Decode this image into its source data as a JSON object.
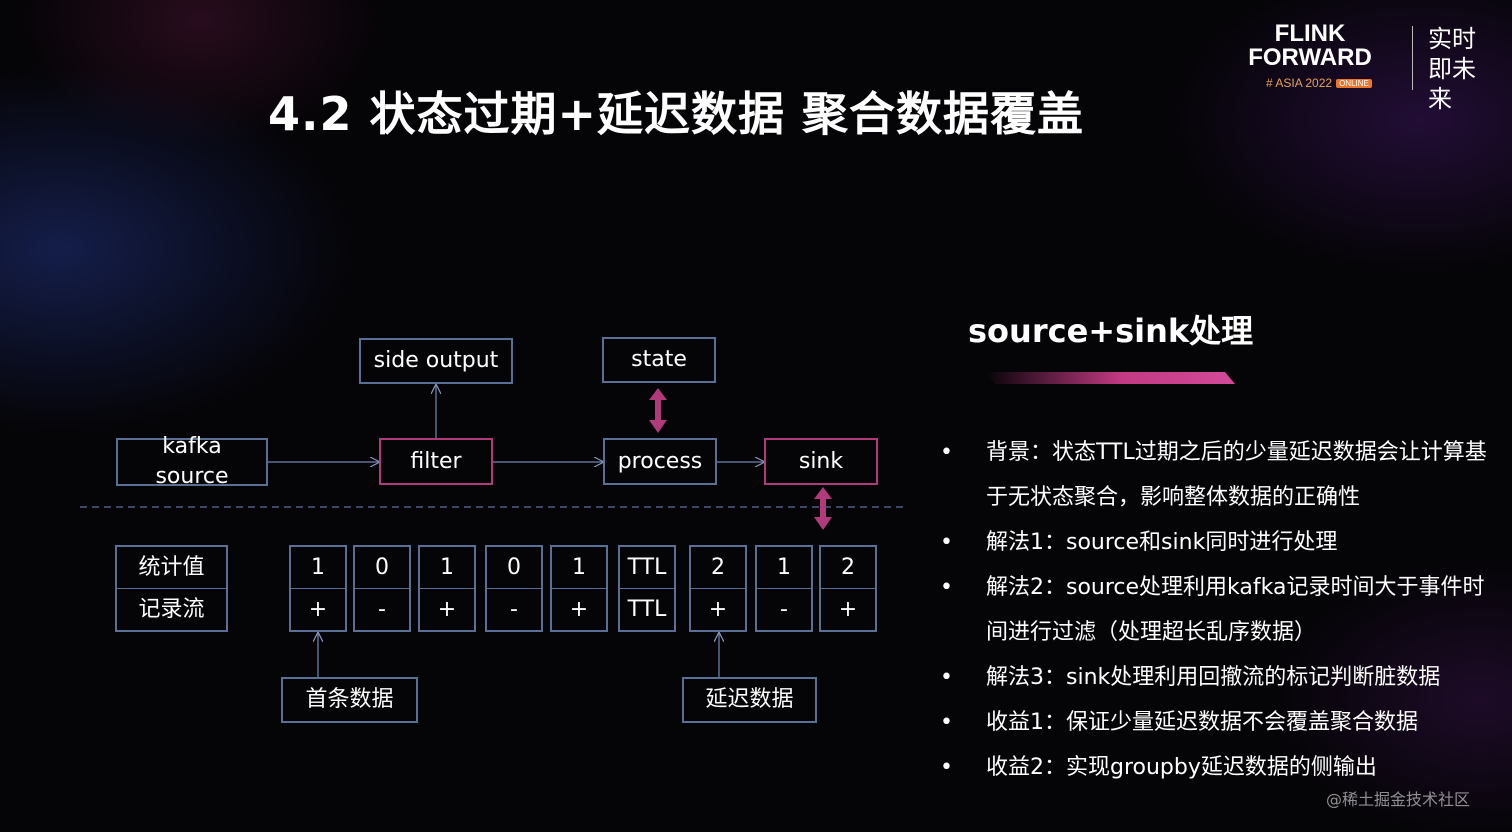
{
  "title": "4.2 状态过期+延迟数据 聚合数据覆盖",
  "logo": {
    "line1": "FLINK",
    "line2": "FORWARD",
    "sub": "# ASIA 2022",
    "badge": "ONLINE",
    "cn": "实时即未来"
  },
  "diagram": {
    "nodes": {
      "kafka_source": "kafka\nsource",
      "side_output": "side output",
      "filter": "filter",
      "state": "state",
      "process": "process",
      "sink": "sink"
    },
    "row_labels": {
      "stat": "统计值",
      "stream": "记录流"
    },
    "stat_values": [
      "1",
      "0",
      "1",
      "0",
      "1",
      "TTL",
      "2",
      "1",
      "2"
    ],
    "stream_values": [
      "+",
      "-",
      "+",
      "-",
      "+",
      "TTL",
      "+",
      "-",
      "+"
    ],
    "annotations": {
      "first": "首条数据",
      "late": "延迟数据"
    },
    "colors": {
      "box_border": "#5a6f96",
      "highlight": "#b03a7a"
    }
  },
  "section": {
    "title": "source+sink处理",
    "bullets": [
      "背景：状态TTL过期之后的少量延迟数据会让计算基于无状态聚合，影响整体数据的正确性",
      "解法1：source和sink同时进行处理",
      "解法2：source处理利用kafka记录时间大于事件时间进行过滤（处理超长乱序数据）",
      "解法3：sink处理利用回撤流的标记判断脏数据",
      "收益1：保证少量延迟数据不会覆盖聚合数据",
      "收益2：实现groupby延迟数据的侧输出"
    ]
  },
  "watermark": "@稀土掘金技术社区"
}
